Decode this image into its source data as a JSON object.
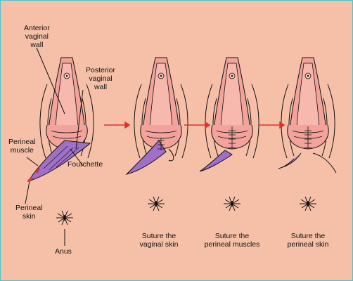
{
  "labels": {
    "anterior_vaginal_wall": [
      "Anterior",
      "vaginal",
      "wall"
    ],
    "posterior_vaginal_wall": [
      "Posterior",
      "vaginal",
      "wall"
    ],
    "perineal_muscle": [
      "Perineal",
      "muscle"
    ],
    "perineal_skin": [
      "Perineal",
      "skin"
    ],
    "fourchette": "Fourchette",
    "anus": "Anus"
  },
  "captions": [
    [
      "Suture the",
      "vaginal skin"
    ],
    [
      "Suture the",
      "perineal muscles"
    ],
    [
      "Suture the",
      "perineal skin"
    ]
  ],
  "colors": {
    "background": "#f6c0a8",
    "border": "#4fc3c8",
    "tissue": "#f3a39b",
    "muscle": "#a070c8",
    "skin_red": "#e0304a",
    "arrow": "#e03030",
    "outline": "#111111"
  }
}
